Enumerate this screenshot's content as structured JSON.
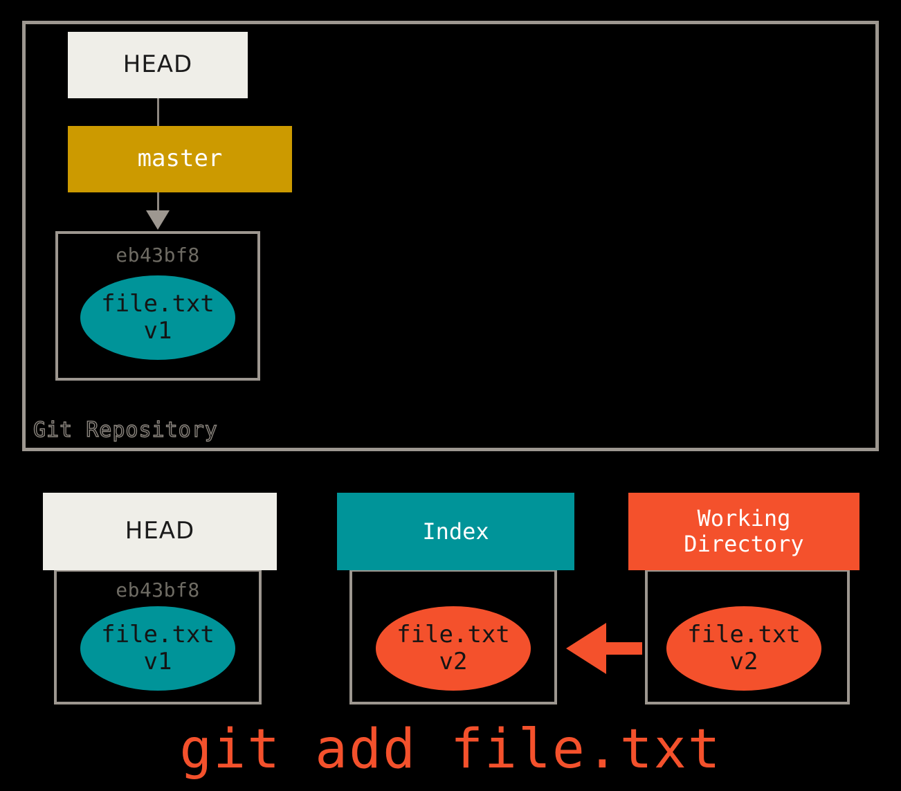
{
  "diagram": {
    "title_caption": "git add file.txt",
    "repository": {
      "label": "Git Repository",
      "head_ref": {
        "label": "HEAD"
      },
      "branch_ref": {
        "label": "master"
      },
      "commit": {
        "hash": "eb43bf8",
        "blob": {
          "filename": "file.txt",
          "version": "v1"
        }
      }
    },
    "stages": [
      {
        "name": "head",
        "header": "HEAD",
        "hash": "eb43bf8",
        "blob": {
          "filename": "file.txt",
          "version": "v1"
        }
      },
      {
        "name": "index",
        "header": "Index",
        "hash": "",
        "blob": {
          "filename": "file.txt",
          "version": "v2"
        }
      },
      {
        "name": "working-directory",
        "header_line1": "Working",
        "header_line2": "Directory",
        "hash": "",
        "blob": {
          "filename": "file.txt",
          "version": "v2"
        }
      }
    ],
    "arrows": [
      {
        "name": "branch-to-commit",
        "direction": "down"
      },
      {
        "name": "workdir-to-index",
        "direction": "left"
      }
    ]
  },
  "colors": {
    "background": "#000000",
    "frame_border": "#9d9790",
    "head_fill": "#efeee8",
    "branch_fill": "#cc9a00",
    "index_fill": "#009499",
    "workdir_fill": "#f4512c",
    "blob_teal": "#009499",
    "blob_orange": "#f4512c",
    "hash_text": "#6e6b63",
    "caption_text": "#f4512c"
  }
}
